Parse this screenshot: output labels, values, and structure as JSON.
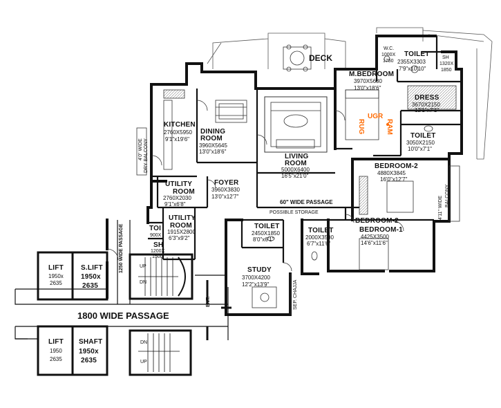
{
  "deck": "DECK",
  "rooms": {
    "master_bedroom": {
      "name": "M.BEDROOM",
      "dim_mm": "3970X5630",
      "dim_ft": "13'0\"x18'6\""
    },
    "wc": {
      "name": "W.C.",
      "dim_mm": "1000X",
      "dim_mm2": "1750"
    },
    "toilet_master": {
      "name": "TOILET",
      "dim_mm": "2355X3303",
      "dim_ft": "7'9\"x10'10\""
    },
    "sh_master": {
      "name": "SH",
      "dim_mm": "1320X",
      "dim_mm2": "1850"
    },
    "dress": {
      "name": "DRESS",
      "dim_mm": "3670X2150",
      "dim_ft": "12'1\"x7'1\""
    },
    "toilet_2": {
      "name": "TOILET",
      "dim_mm": "3050X2150",
      "dim_ft": "10'0\"x7'1\""
    },
    "kitchen": {
      "name": "KITCHEN",
      "dim_mm": "2760X5950",
      "dim_ft": "9'1\"x19'6\""
    },
    "dining": {
      "name": "DINING",
      "name2": "ROOM",
      "dim_mm": "3960X5645",
      "dim_ft": "13'0\"x18'6\""
    },
    "living": {
      "name": "LIVING",
      "name2": "ROOM",
      "dim_mm": "5000X6400",
      "dim_ft": "16'5\"x21'0\""
    },
    "foyer": {
      "name": "FOYER",
      "dim_mm": "3960X3830",
      "dim_ft": "13'0\"x12'7\""
    },
    "utility_1": {
      "name": "UTILITY",
      "name2": "ROOM",
      "dim_mm": "2760X2030",
      "dim_ft": "9'1\"x6'8\""
    },
    "utility_2": {
      "name": "UTILITY",
      "name2": "ROOM",
      "dim_mm": "1915X2800",
      "dim_ft": "6'3\"x9'2\""
    },
    "toi": {
      "name": "TOI",
      "dim_mm": "900X"
    },
    "sh_utility": {
      "name": "SH",
      "dim_mm": "1200X",
      "dim_mm2": "1500"
    },
    "bedroom_2": {
      "name": "BEDROOM-2",
      "dim_mm": "4880X3845",
      "dim_ft": "16'0\"x12'7\""
    },
    "bedroom_1": {
      "name": "BEDROOM-1",
      "dim_mm": "4425X3500",
      "dim_ft": "14'6\"x11'6\""
    },
    "toilet_study": {
      "name": "TOILET",
      "dim_mm": "2450X1850",
      "dim_ft": "8'0\"x6'1\""
    },
    "toilet_bed1": {
      "name": "TOILET",
      "dim_mm": "2000X3500",
      "dim_ft": "6'7\"x11'6\""
    },
    "study": {
      "name": "STUDY",
      "dim_mm": "3700X4200",
      "dim_ft": "12'2\"x13'9\""
    }
  },
  "passages": {
    "wide_60": "60\" WIDE PASSAGE",
    "possible_storage": "POSSIBLE STORAGE",
    "wide_1800": "1800 WIDE PASSAGE",
    "wide_1250": "1250 WIDE PASSAGE",
    "balcony_right": "4'11\" WIDE",
    "balcony_right2": "BALCONY",
    "dry_balcony": "4'0\" WIDE",
    "dry_balcony2": "DRY BALCONY",
    "chajja": "SEP. CHAJJA"
  },
  "core": {
    "lift_top": {
      "name": "LIFT",
      "dim1": "1950x",
      "dim2": "2635"
    },
    "service_lift": {
      "name": "S.LIFT",
      "dim1": "1950x",
      "dim2": "2635"
    },
    "lift_bottom": {
      "name": "LIFT",
      "dim1": "1950",
      "dim2": "2635"
    },
    "shaft": {
      "name": "SHAFT",
      "dim1": "1950x",
      "dim2": "2635"
    },
    "ent": "ENT.",
    "up": "UP",
    "dn": "DN"
  },
  "rug_label": {
    "left": "RUG",
    "right": "RAM",
    "top": "UGR"
  },
  "colors": {
    "wall": "#111111",
    "line": "#333333",
    "accent": "#ff6a00",
    "shade": "#9a9a9a"
  }
}
